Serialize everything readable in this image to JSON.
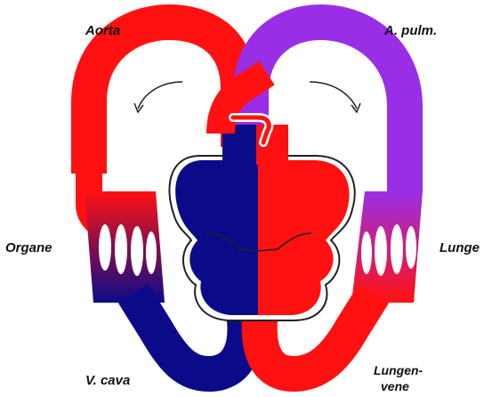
{
  "labels": {
    "aorta": "Aorta",
    "a_pulm": "A. pulm.",
    "organe": "Organe",
    "lunge": "Lunge",
    "v_cava": "V. cava",
    "lungenvene_1": "Lungen-",
    "lungenvene_2": "vene"
  },
  "colors": {
    "oxygenated": "#ff1111",
    "deoxygenated": "#0b0b8a",
    "pulmonary_artery": "#9a2ee6",
    "outline": "#222222",
    "arrow": "#222222"
  },
  "icons": {
    "flow_arrow_left": "curved-arrow-ccw",
    "flow_arrow_right": "curved-arrow-cw",
    "ductus": "shunt-tube"
  }
}
